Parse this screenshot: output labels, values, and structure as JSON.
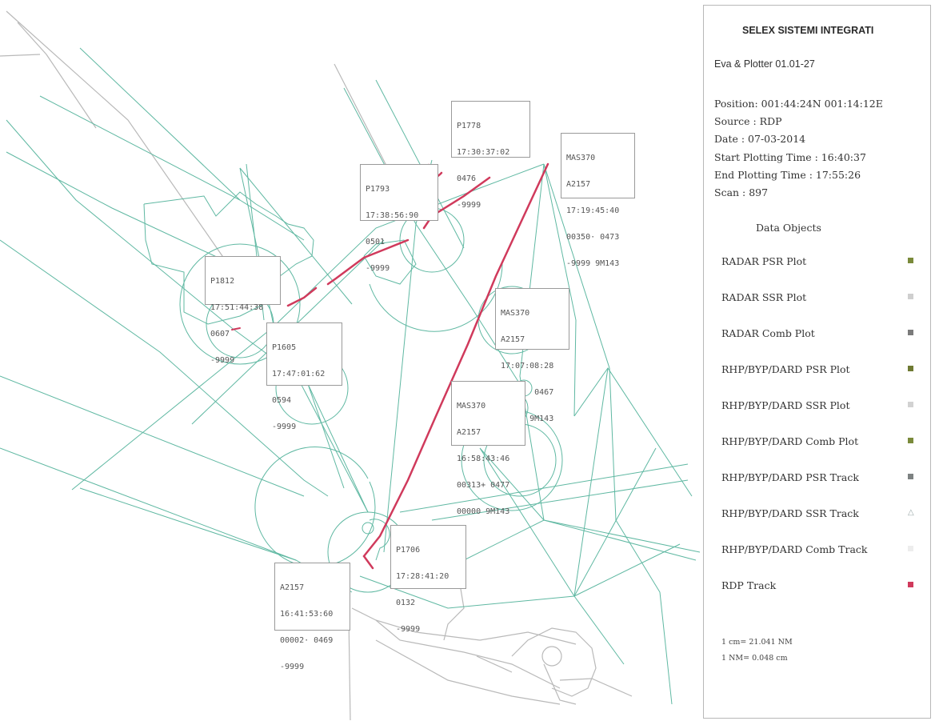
{
  "panel": {
    "company": "SELEX SISTEMI INTEGRATI",
    "app_version": "Eva & Plotter 01.01-27",
    "info_lines": [
      "Position: 001:44:24N  001:14:12E",
      "Source : RDP",
      "Date : 07-03-2014",
      "Start Plotting Time : 16:40:37",
      "End Plotting Time : 17:55:26",
      "Scan : 897"
    ],
    "data_objects_title": "Data Objects",
    "legend": [
      {
        "label": "RADAR PSR Plot",
        "color": "#7a8a3a",
        "icon": "square"
      },
      {
        "label": "RADAR SSR Plot",
        "color": "#cfcfcf",
        "icon": "square"
      },
      {
        "label": "RADAR Comb Plot",
        "color": "#7b7b7b",
        "icon": "square"
      },
      {
        "label": "RHP/BYP/DARD PSR Plot",
        "color": "#6e7a32",
        "icon": "square"
      },
      {
        "label": "RHP/BYP/DARD SSR Plot",
        "color": "#d2d2d2",
        "icon": "square"
      },
      {
        "label": "RHP/BYP/DARD Comb Plot",
        "color": "#7a8a3a",
        "icon": "square"
      },
      {
        "label": "RHP/BYP/DARD PSR Track",
        "color": "#7d8282",
        "icon": "square"
      },
      {
        "label": "RHP/BYP/DARD SSR Track",
        "color": "#9aa8a8",
        "icon": "triangle"
      },
      {
        "label": "RHP/BYP/DARD Comb Track",
        "color": "#ededed",
        "icon": "square"
      },
      {
        "label": "RDP Track",
        "color": "#d03a5c",
        "icon": "square"
      }
    ],
    "scale_lines": [
      "1 cm= 21.041  NM",
      "1 NM= 0.048  cm"
    ]
  },
  "map": {
    "colors": {
      "airspace": "#5fb8a2",
      "track": "#d03a5c",
      "ground": "#b9b9b9"
    },
    "labels": [
      {
        "id": "p1778",
        "lines": [
          "P1778",
          "17:30:37:02",
          "0476",
          "-9999"
        ]
      },
      {
        "id": "mas370-a",
        "lines": [
          "MAS370",
          "A2157",
          "17:19:45:40",
          "00350· 0473",
          "-9999 9M143"
        ]
      },
      {
        "id": "p1793",
        "lines": [
          "P1793",
          "17:38:56:90",
          "0501",
          "-9999"
        ]
      },
      {
        "id": "p1812",
        "lines": [
          "P1812",
          "17:51:44:38",
          "0607",
          "-9999"
        ]
      },
      {
        "id": "mas370-b",
        "lines": [
          "MAS370",
          "A2157",
          "17:07:08:28",
          "00350  0467",
          "-9999 9M143"
        ]
      },
      {
        "id": "p1605",
        "lines": [
          "P1605",
          "17:47:01:62",
          "0594",
          "-9999"
        ]
      },
      {
        "id": "mas370-c",
        "lines": [
          "MAS370",
          "A2157",
          "16:58:43:46",
          "00313+ 0477",
          "00000 9M143"
        ]
      },
      {
        "id": "p1706",
        "lines": [
          "P1706",
          "17:28:41:20",
          "0132",
          "-9999"
        ]
      },
      {
        "id": "a2157",
        "lines": [
          "A2157",
          "16:41:53:60",
          "00002· 0469",
          "-9999"
        ]
      }
    ]
  }
}
